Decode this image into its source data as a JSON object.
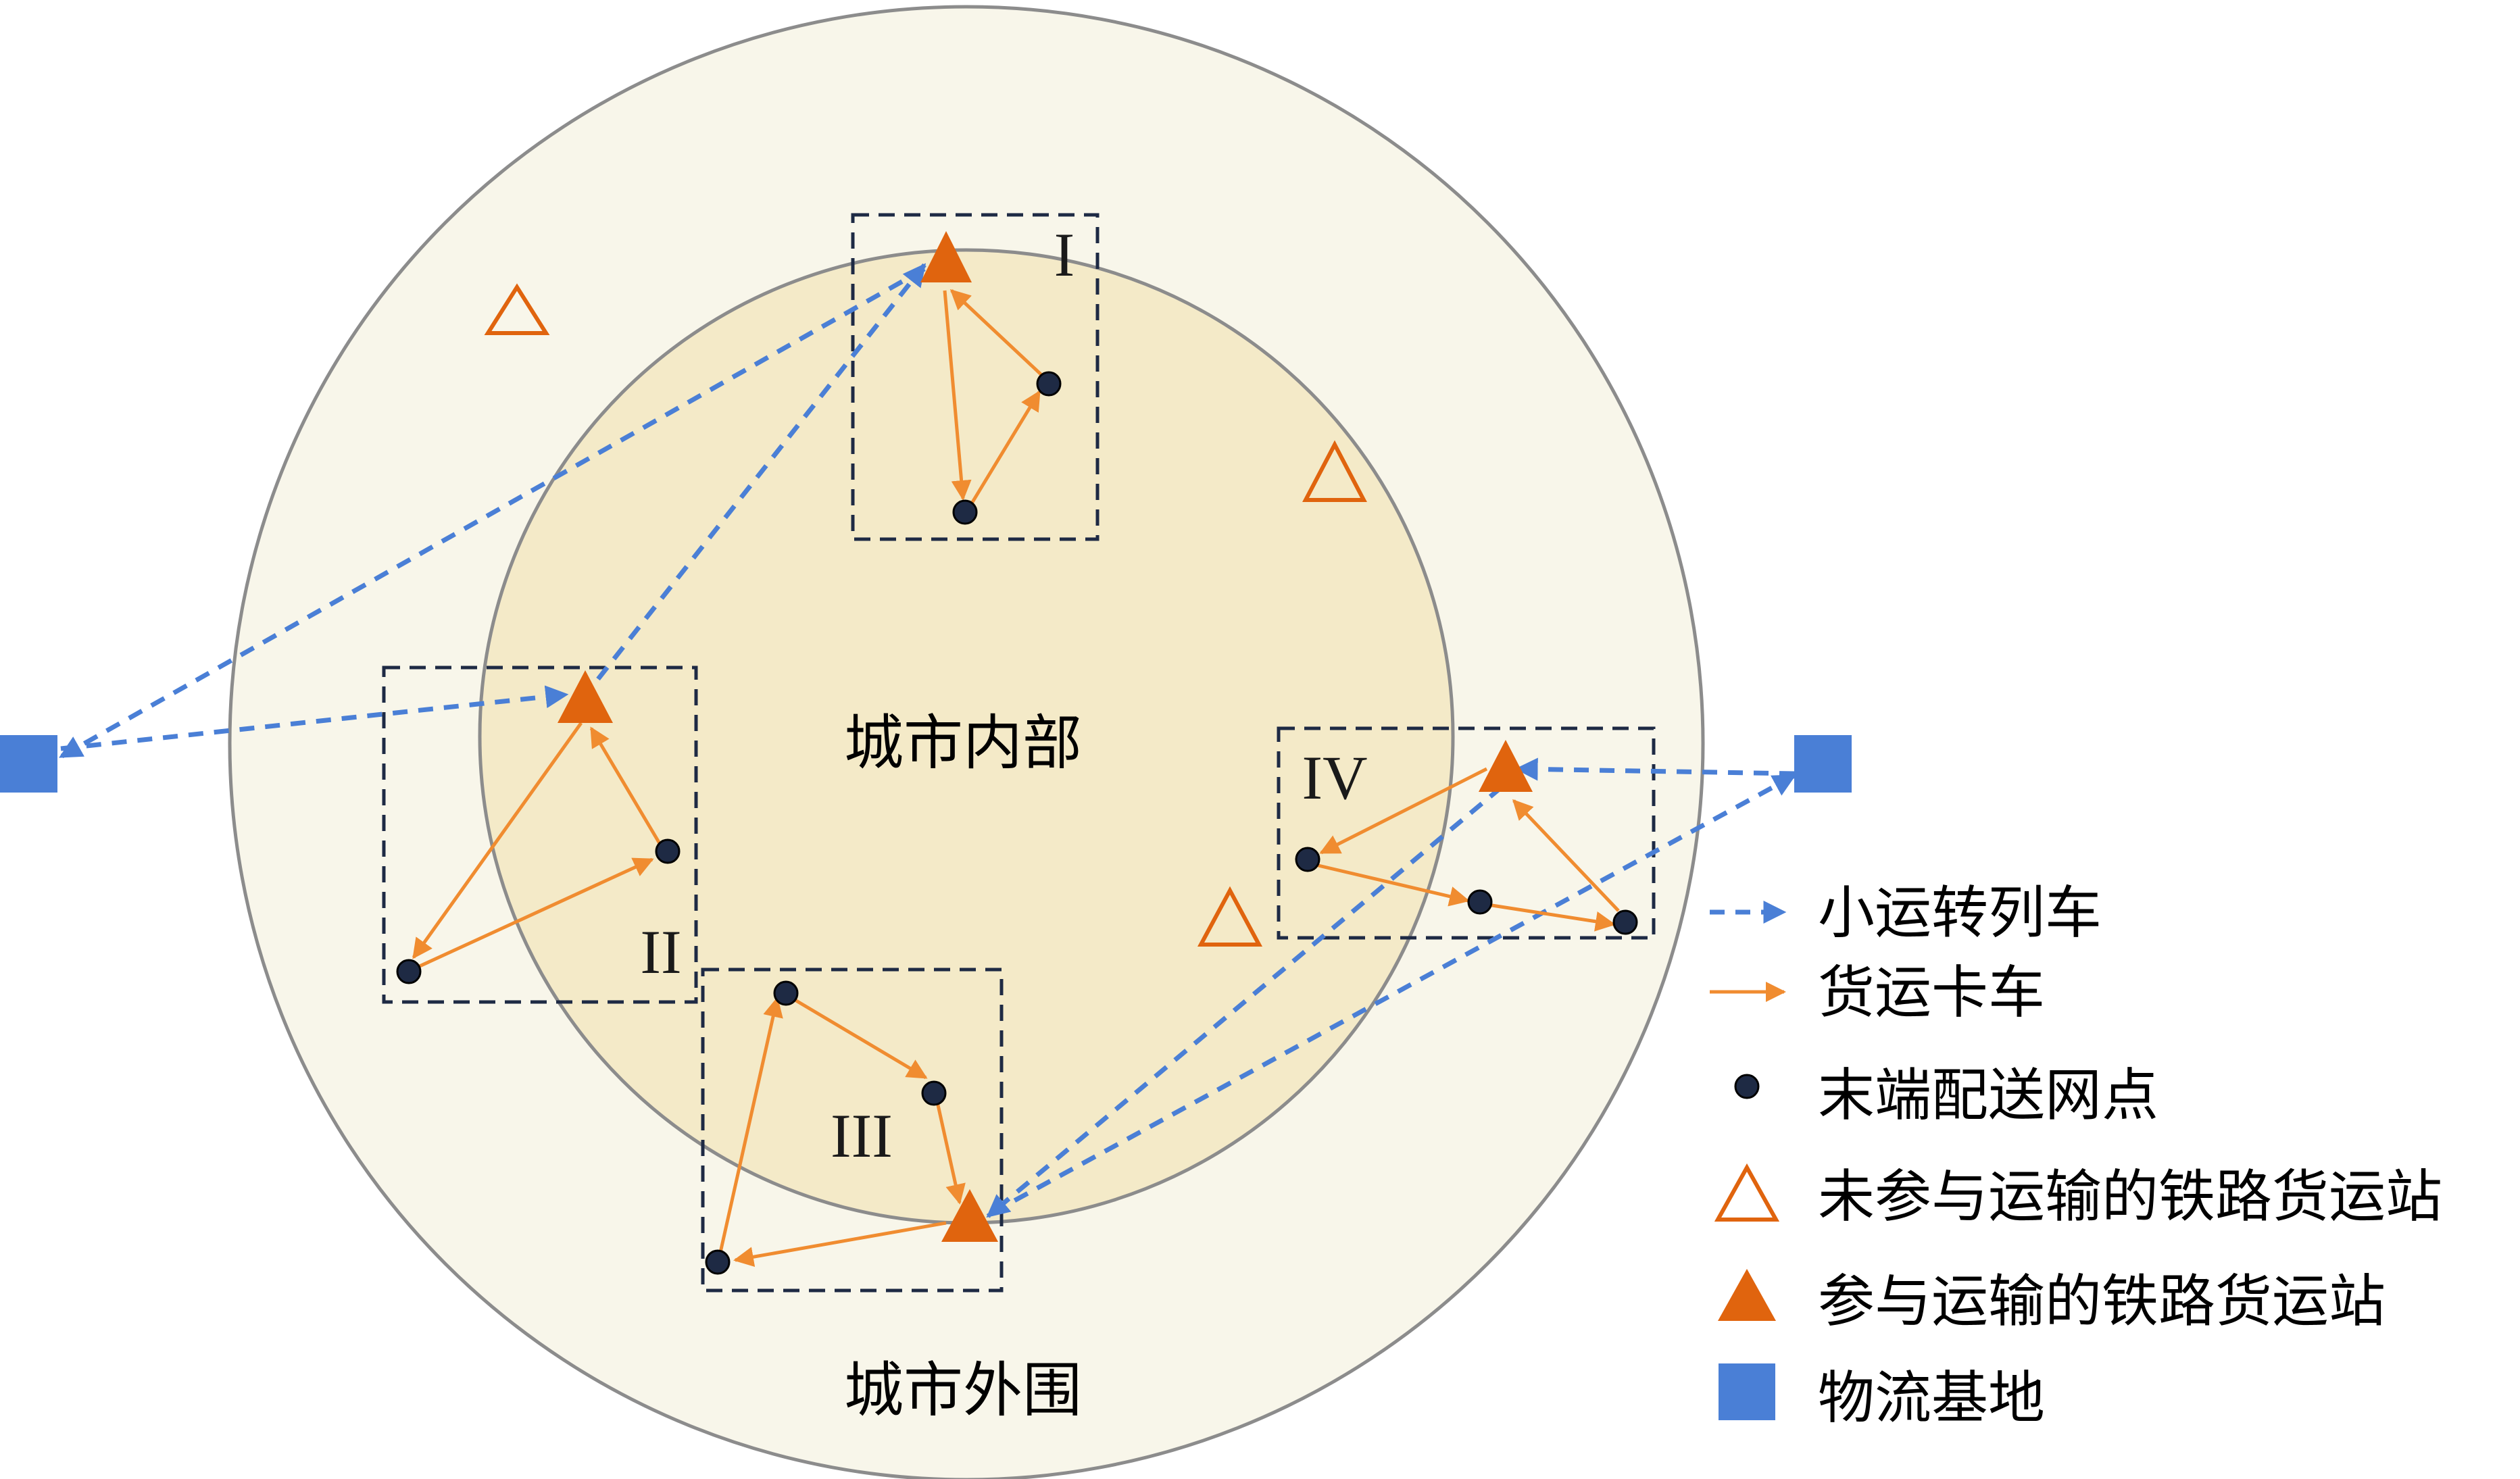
{
  "regions": {
    "inner_label": "城市内部",
    "outer_label": "城市外围"
  },
  "zones": [
    "I",
    "II",
    "III",
    "IV"
  ],
  "legend": {
    "train": "小运转列车",
    "truck": "货运卡车",
    "point": "末端配送网点",
    "unused_station": "未参与运输的铁路货运站",
    "used_station": "参与运输的铁路货运站",
    "base": "物流基地"
  },
  "colors": {
    "outer_fill": "#f8f6ea",
    "inner_fill": "#f4eac8",
    "circle_stroke": "#8c8c8c",
    "train_line": "#4a7fd6",
    "truck_line": "#f08c30",
    "station": "#e0640e",
    "base": "#4a7fd6",
    "point": "#1e2a44"
  }
}
